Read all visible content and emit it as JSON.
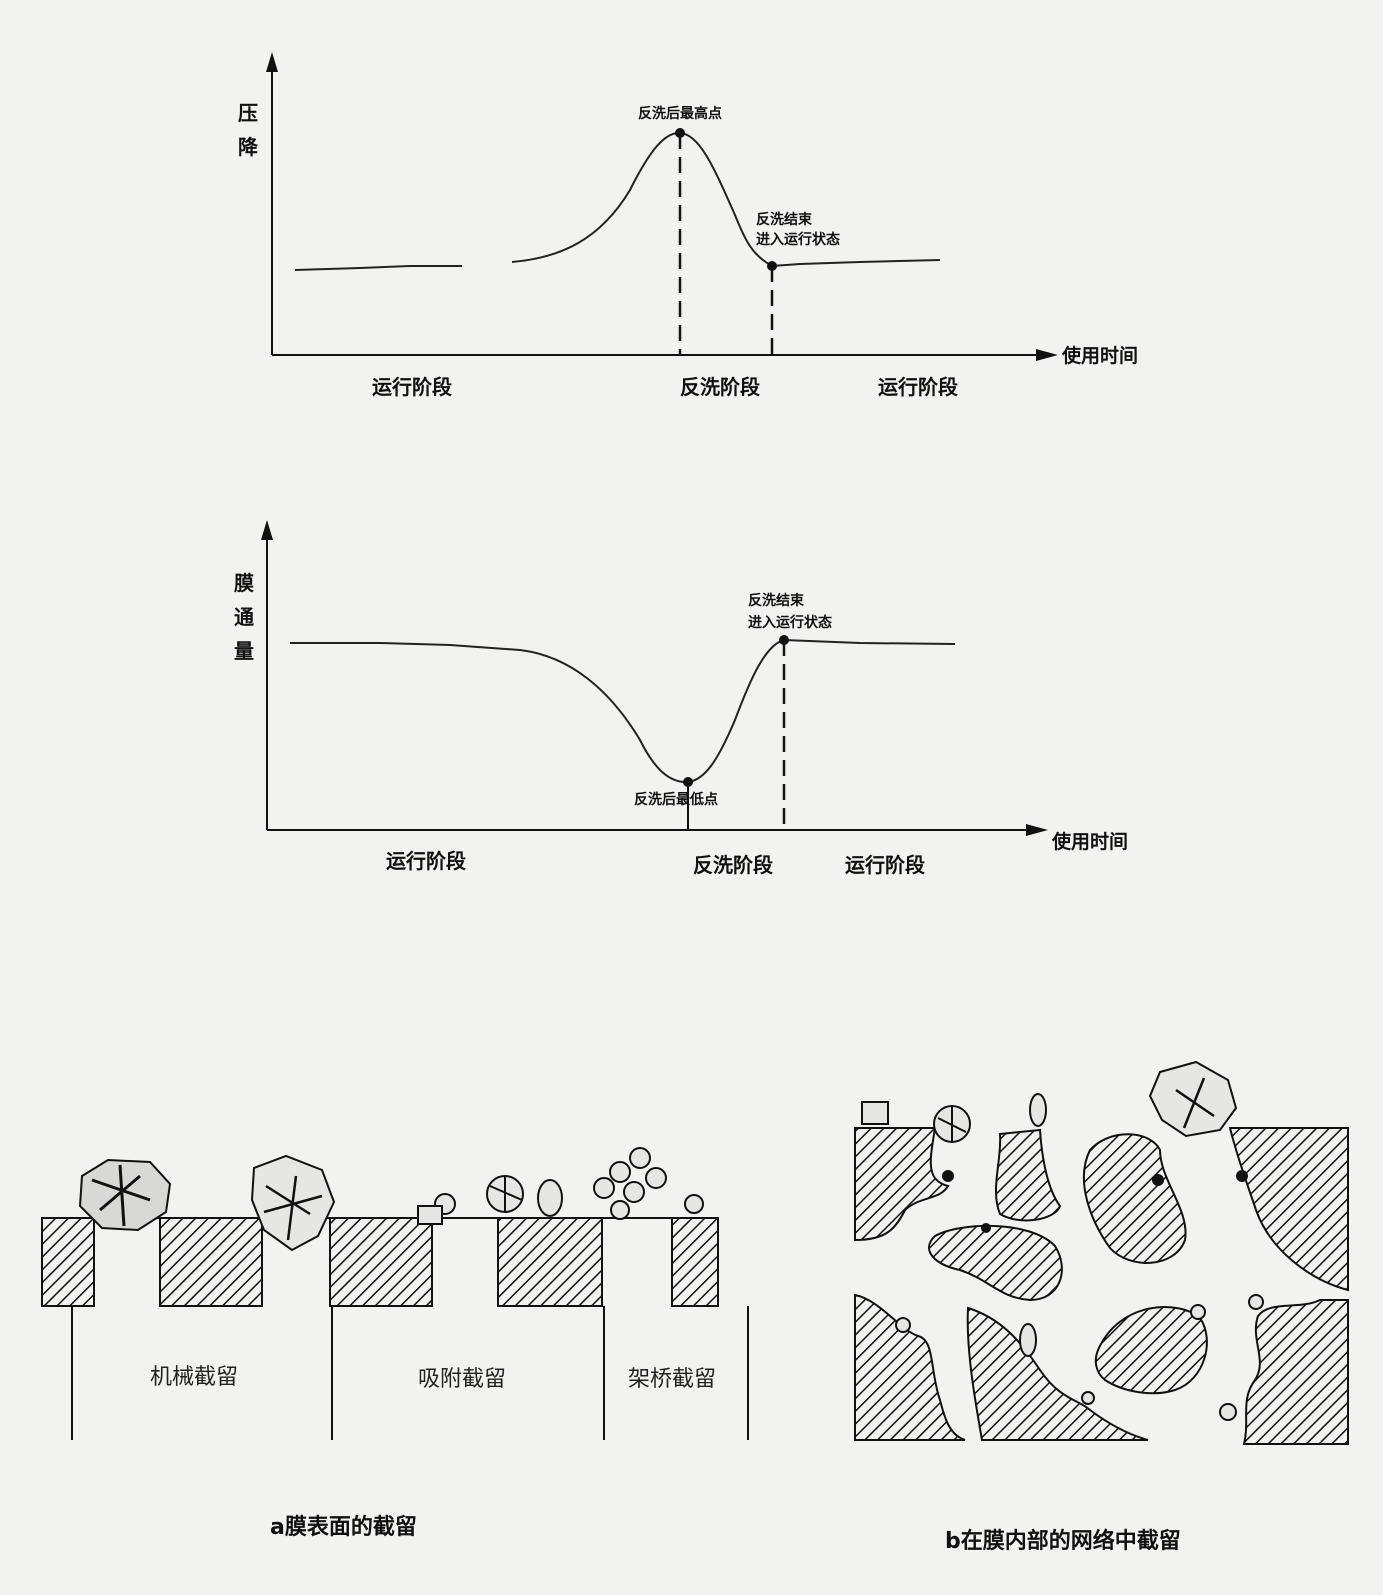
{
  "chart_data": [
    {
      "type": "line",
      "ylabel": "压降",
      "xlabel": "使用时间",
      "annotations": [
        "反洗后最高点",
        "反洗结束\n进入运行状态"
      ],
      "phases": [
        "运行阶段",
        "反洗阶段",
        "运行阶段"
      ]
    },
    {
      "type": "line",
      "ylabel": "膜通量",
      "xlabel": "使用时间",
      "annotations": [
        "反洗结束\n进入运行状态",
        "反洗后最低点"
      ],
      "phases": [
        "运行阶段",
        "反洗阶段",
        "运行阶段"
      ]
    }
  ],
  "diagrams": {
    "surface": {
      "caption": "a膜表面的截留",
      "zones": [
        "机械截留",
        "吸附截留",
        "架桥截留"
      ]
    },
    "internal": {
      "caption": "b在膜内部的网络中截留"
    }
  },
  "colors": {
    "ink": "#111111",
    "paper": "#f2f2f0"
  }
}
